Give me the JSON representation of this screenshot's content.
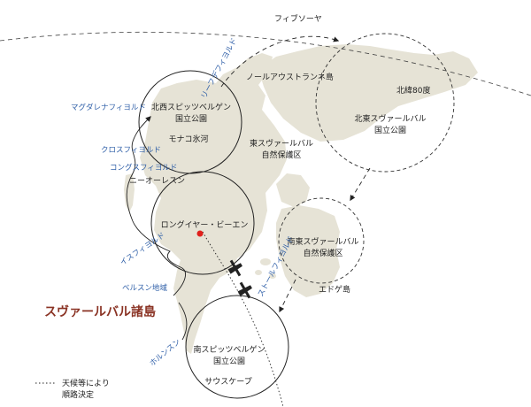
{
  "title": "スヴァールバル諸島",
  "legend": {
    "line1": "天候等により",
    "line2": "順路決定"
  },
  "labels": {
    "fivsoya": "フィブソーヤ",
    "nordaust": "ノールアウストランネ島",
    "north80": "北緯80度",
    "nw_park_1": "北西スピッツベルゲン",
    "nw_park_2": "国立公園",
    "monaco": "モナコ氷河",
    "ne_park_1": "北東スヴァールバル",
    "ne_park_2": "国立公園",
    "east_res_1": "東スヴァールバル",
    "east_res_2": "自然保護区",
    "ny_alesund": "ニーオーレスン",
    "longyear": "ロングイヤー・ビーエン",
    "se_res_1": "南東スヴァールバル",
    "se_res_2": "自然保護区",
    "edge": "エドゲ島",
    "s_park_1": "南スピッツベルゲン",
    "s_park_2": "国立公園",
    "sorkapp": "サウスケープ"
  },
  "fjords": {
    "liefde": "リーフデフィヨルド",
    "magdalena": "マグダレナフィヨルド",
    "cross": "クロスフィヨルド",
    "kongs": "コングスフィヨルド",
    "isfjord": "イスフィヨルド",
    "bellsund": "ベルスン地域",
    "hornsund": "ホルンスン",
    "storfjord": "ストールフィヨルド"
  },
  "colors": {
    "land": "#e6e3d6",
    "ocean": "#ffffff",
    "circle": "#222222",
    "route": "#222222",
    "fjord_text": "#2f5fa8",
    "title": "#8a3324",
    "marker": "#e0201c"
  },
  "icons": [
    "airplane-icon",
    "airplane-icon"
  ]
}
